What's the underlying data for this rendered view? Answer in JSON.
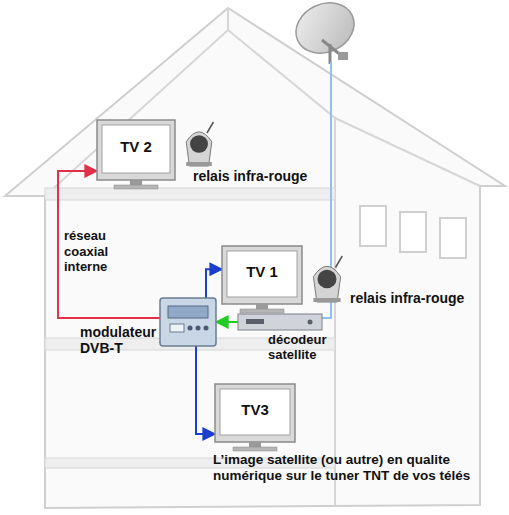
{
  "diagram": {
    "nodes": [
      {
        "text": [
          "TV 2"
        ]
      },
      {
        "text": [
          "relais infra-rouge"
        ]
      },
      {
        "text": [
          "TV 1"
        ]
      },
      {
        "text": [
          "relais infra-rouge"
        ]
      },
      {
        "text": [
          "décodeur satellite"
        ]
      },
      {
        "text": [
          "modulateur DVB-T"
        ]
      },
      {
        "text": [
          "TV3"
        ]
      }
    ],
    "edges": [
      {
        "from": 4,
        "to": 5,
        "arrow": "to"
      },
      {
        "from": 5,
        "to": 0,
        "label": "réseau coaxial interne",
        "arrow": "to"
      },
      {
        "from": 5,
        "to": 2,
        "arrow": "to"
      },
      {
        "from": 5,
        "to": 6,
        "arrow": "to"
      }
    ],
    "labels": [
      "L’image satellite (ou autre) en qualite numérique sur le tuner TNT de vos télés"
    ]
  }
}
